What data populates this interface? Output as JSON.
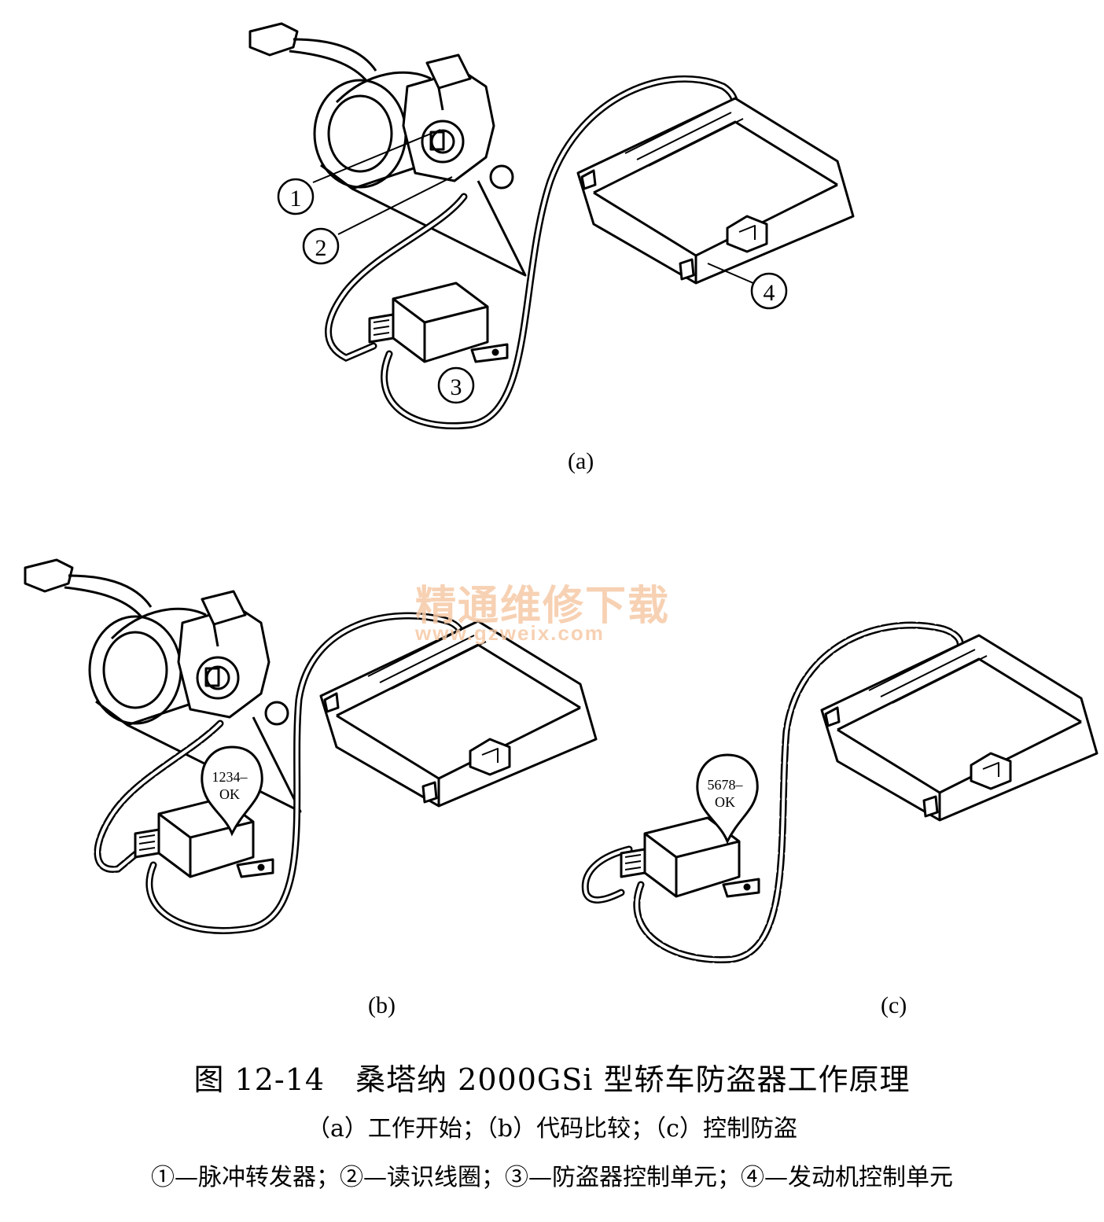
{
  "callouts": {
    "one": "1",
    "two": "2",
    "three": "3",
    "four": "4"
  },
  "bubbles": {
    "b_code": "1234–",
    "b_ok": "OK",
    "c_code": "5678–",
    "c_ok": "OK"
  },
  "panel_labels": {
    "a": "(a)",
    "b": "(b)",
    "c": "(c)"
  },
  "watermark": {
    "text_cn": "精通维修下载",
    "url": "www.gzweix.com"
  },
  "caption": {
    "title": "图 12-14　桑塔纳 2000GSi 型轿车防盗器工作原理",
    "subtitle": "（a）工作开始；（b）代码比较；（c）控制防盗",
    "legend": "①—脉冲转发器；②—读识线圈；③—防盗器控制单元；④—发动机控制单元"
  }
}
